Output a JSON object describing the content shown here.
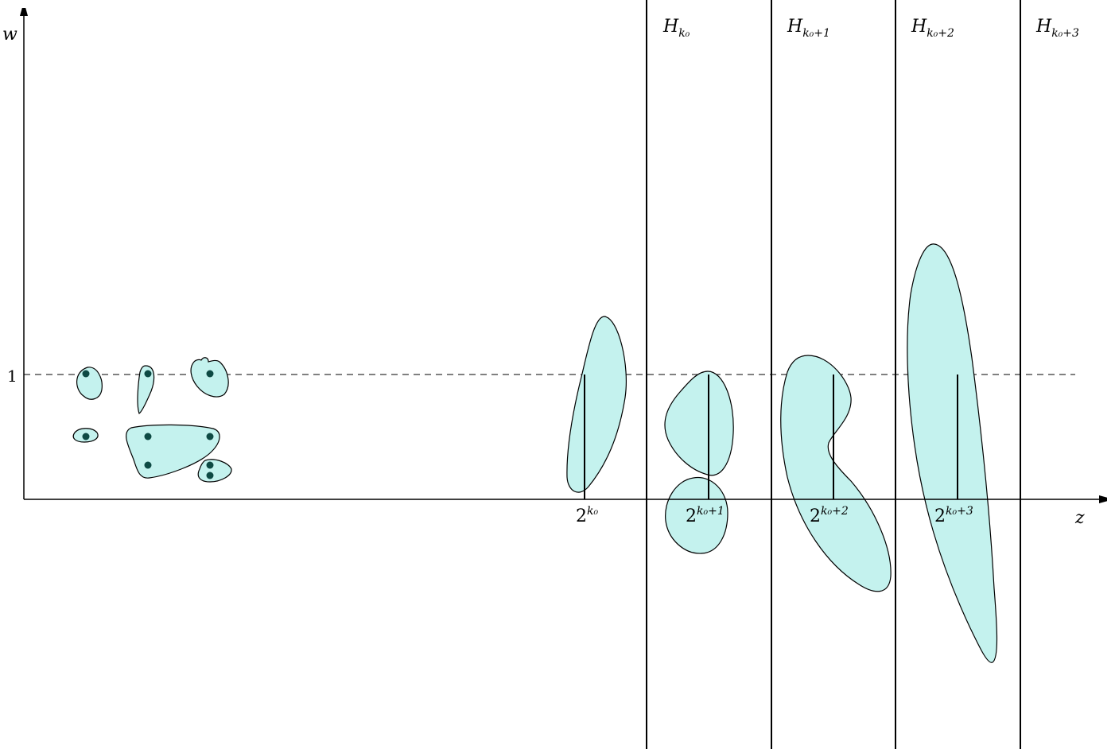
{
  "axes": {
    "x_label": "z",
    "y_label": "w",
    "y_tick": "1"
  },
  "x_ticks": [
    {
      "base": "2",
      "sup": "k₀"
    },
    {
      "base": "2",
      "sup": "k₀+1"
    },
    {
      "base": "2",
      "sup": "k₀+2"
    },
    {
      "base": "2",
      "sup": "k₀+3"
    }
  ],
  "strips": [
    {
      "main": "H",
      "sub": "k₀"
    },
    {
      "main": "H",
      "sub": "k₀+1"
    },
    {
      "main": "H",
      "sub": "k₀+2"
    },
    {
      "main": "H",
      "sub": "k₀+3"
    }
  ],
  "colors": {
    "blob_fill": "#c4f2ee",
    "point": "#0e4a44",
    "line": "#000000"
  }
}
